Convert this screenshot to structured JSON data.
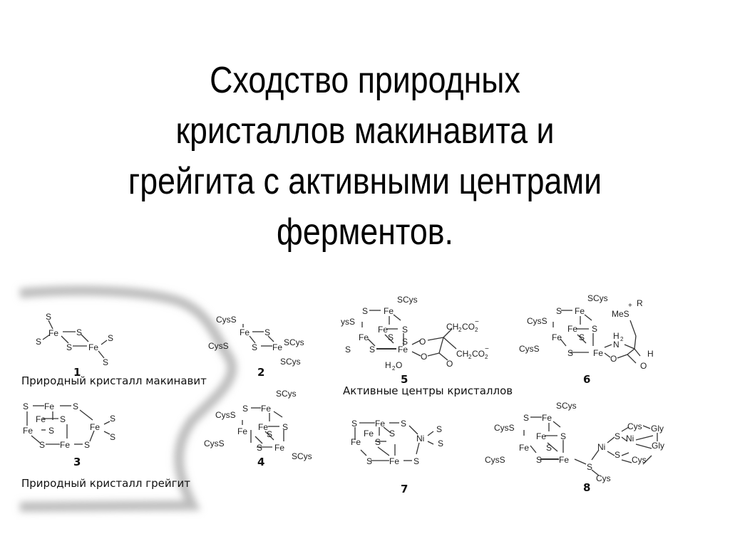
{
  "slide": {
    "title_lines": [
      "Сходство природных",
      "кристаллов макинавита и",
      "грейгита с активными центрами",
      "ферментов."
    ]
  },
  "figure": {
    "captions": {
      "mackinawite": "Природный кристалл макинавит",
      "greigite": "Природный кристалл грейгит",
      "active_centers": "Активные центры кристаллов"
    },
    "structures": [
      {
        "number": "1",
        "group": "mackinawite",
        "atoms": [
          "S",
          "Fe",
          "S",
          "S",
          "Fe",
          "S",
          "S",
          "S"
        ]
      },
      {
        "number": "2",
        "atoms": [
          "CysS",
          "Fe",
          "CysS",
          "S",
          "S",
          "Fe",
          "SCys",
          "SCys"
        ]
      },
      {
        "number": "3",
        "group": "greigite",
        "atoms": [
          "S",
          "Fe",
          "S",
          "Fe",
          "S",
          "Fe",
          "S",
          "Fe",
          "S",
          "S",
          "Fe",
          "S",
          "S"
        ]
      },
      {
        "number": "4",
        "atoms": [
          "SCys",
          "S",
          "Fe",
          "CysS",
          "Fe",
          "S",
          "Fe",
          "S",
          "CysS",
          "S",
          "Fe",
          "SCys"
        ]
      },
      {
        "number": "5",
        "atoms": [
          "SCys",
          "S",
          "Fe",
          "ysS",
          "Fe",
          "S",
          "Fe",
          "S",
          "S",
          "S",
          "Fe",
          "O",
          "O",
          "H2O",
          "CH2CO2-",
          "CH2CO2-",
          "O"
        ]
      },
      {
        "number": "6",
        "atoms": [
          "SCys",
          "S",
          "Fe",
          "CysS",
          "Fe",
          "S",
          "Fe",
          "S",
          "CysS",
          "S",
          "Fe",
          "N",
          "H2",
          "O",
          "O",
          "MeS+",
          "R",
          "H"
        ]
      },
      {
        "number": "7",
        "atoms": [
          "S",
          "Fe",
          "S",
          "Fe",
          "S",
          "Fe",
          "S",
          "S",
          "Fe",
          "S",
          "Ni",
          "S",
          "S"
        ]
      },
      {
        "number": "8",
        "atoms": [
          "SCys",
          "S",
          "Fe",
          "CysS",
          "Fe",
          "S",
          "Fe",
          "S",
          "CysS",
          "S",
          "Fe",
          "S",
          "Cys",
          "Ni",
          "S",
          "Ni",
          "S",
          "Cys",
          "Gly",
          "Gly",
          "Cys"
        ]
      }
    ]
  }
}
